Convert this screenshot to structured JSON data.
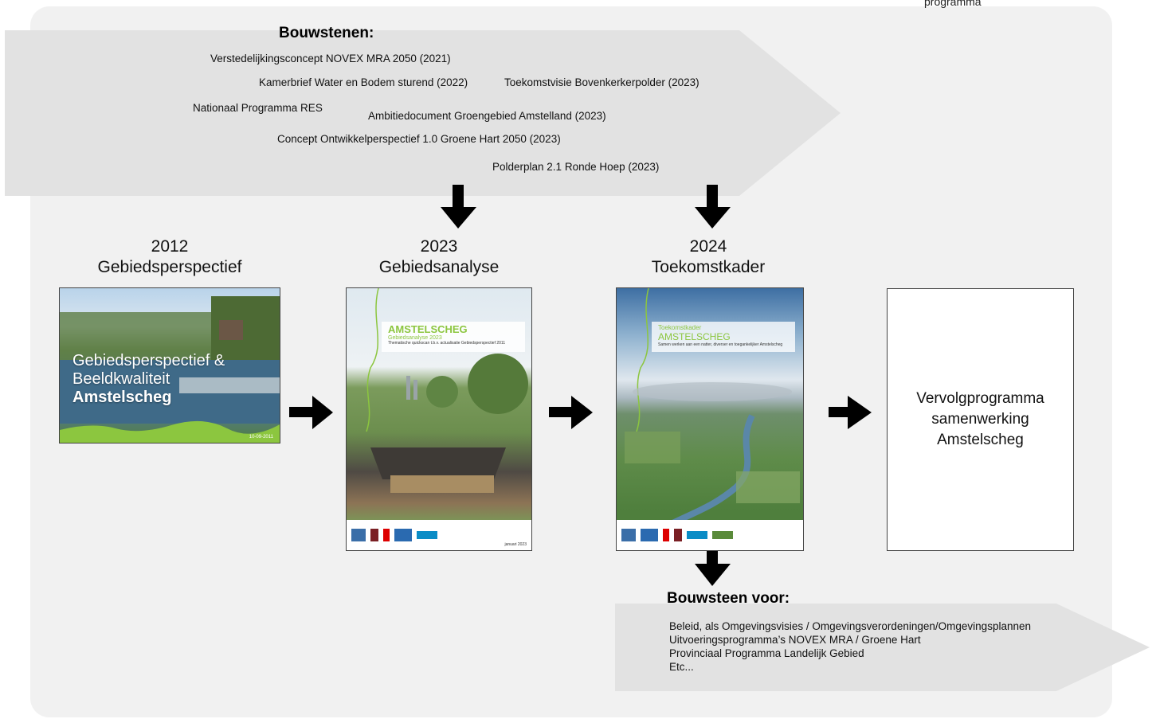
{
  "header_cut_text": "programma",
  "building_blocks": {
    "heading": "Bouwstenen:",
    "items": [
      "Verstedelijkingsconcept NOVEX MRA 2050 (2021)",
      "Kamerbrief Water en Bodem sturend (2022)",
      "Toekomstvisie Bovenkerkerpolder (2023)",
      "Nationaal Programma RES",
      "Ambitiedocument Groengebied Amstelland (2023)",
      "Concept Ontwikkelperspectief 1.0 Groene Hart 2050 (2023)",
      "Polderplan 2.1 Ronde Hoep (2023)"
    ]
  },
  "steps": [
    {
      "year": "2012",
      "name": "Gebiedsperspectief",
      "cover": {
        "line1": "Gebiedsperspectief &",
        "line2": "Beeldkwaliteit",
        "line3": "Amstelscheg",
        "date": "10-09-2011"
      }
    },
    {
      "year": "2023",
      "name": "Gebiedsanalyse",
      "cover": {
        "title": "AMSTELSCHEG",
        "subtitle": "Gebiedsanalyse 2023",
        "caption": "Thematische quickscan t.b.v. actualisatie Gebiedsperspectief 2011",
        "date": "januari 2023"
      }
    },
    {
      "year": "2024",
      "name": "Toekomstkader",
      "cover": {
        "kicker": "Toekomstkader",
        "title": "AMSTELSCHEG",
        "caption": "Samen werken aan een natter, diverser en toegankelijker Amstelscheg"
      }
    },
    {
      "year": "",
      "name": "",
      "placeholder": "Vervolgprogramma samenwerking Amstelscheg"
    }
  ],
  "uses": {
    "heading": "Bouwsteen voor:",
    "items": [
      "Beleid, als Omgevingsvisies / Omgevingsverordeningen/Omgevingsplannen",
      "Uitvoeringsprogramma’s NOVEX MRA / Groene Hart",
      "Provinciaal Programma Landelijk Gebied",
      "Etc..."
    ]
  },
  "colors": {
    "panel": "#f1f1f1",
    "chevron": "#e2e2e2",
    "arrow": "#000000",
    "cover_green": "#8cc63f"
  }
}
